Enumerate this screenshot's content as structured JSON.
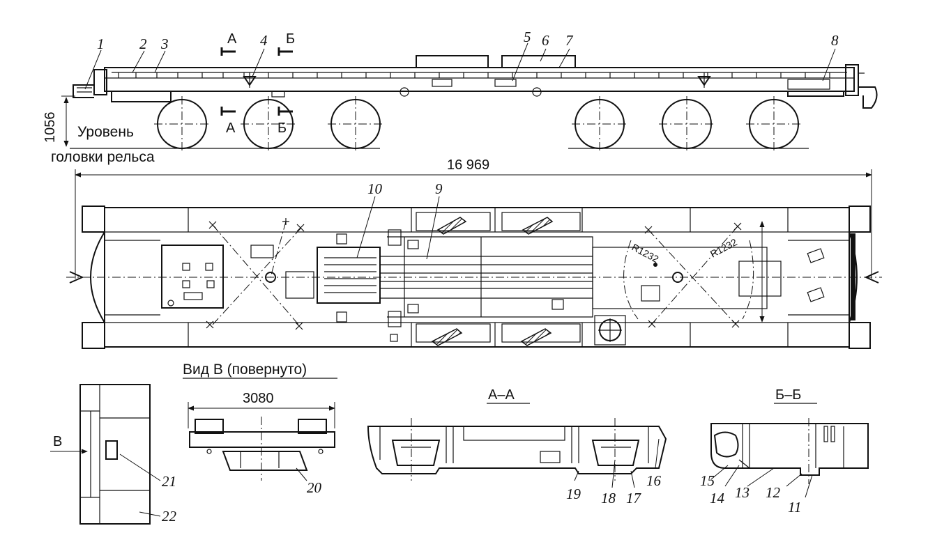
{
  "labels": {
    "n1": "1",
    "n2": "2",
    "n3": "3",
    "n4": "4",
    "n5": "5",
    "n6": "6",
    "n7": "7",
    "n8": "8",
    "n9": "9",
    "n10": "10",
    "n11": "11",
    "n12": "12",
    "n13": "13",
    "n14": "14",
    "n15": "15",
    "n16": "16",
    "n17": "17",
    "n18": "18",
    "n19": "19",
    "n20": "20",
    "n21": "21",
    "n22": "22"
  },
  "section_marks": {
    "a": "А",
    "b": "Б",
    "v": "В"
  },
  "dimensions": {
    "height": "1056",
    "length": "16 969",
    "width": "3080",
    "radius_left": "R1232",
    "radius_right": "R1232"
  },
  "captions": {
    "rail_level_1": "Уровень",
    "rail_level_2": "головки рельса",
    "view_v": "Вид В (повернуто)",
    "section_aa": "А–А",
    "section_bb": "Б–Б"
  }
}
